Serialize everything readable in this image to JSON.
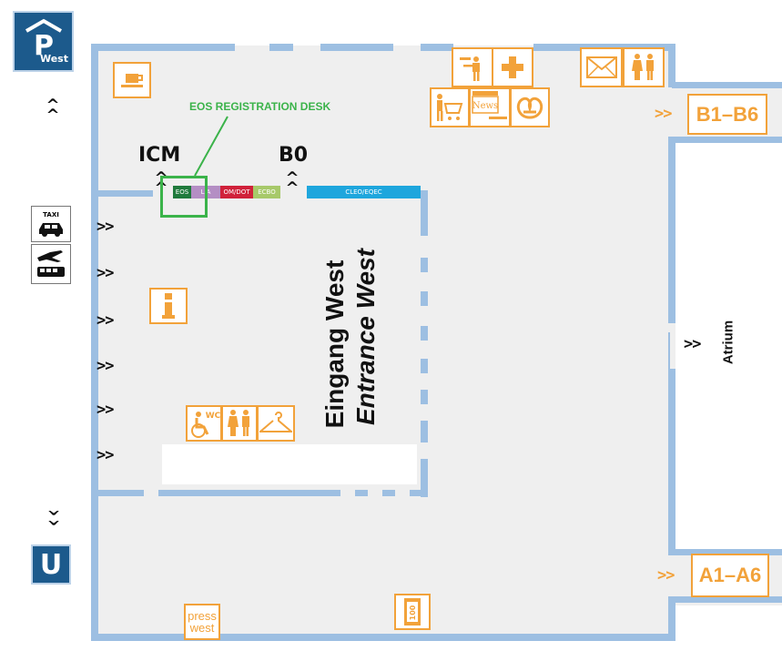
{
  "map": {
    "parking_label": "West",
    "ubahn_label": "U",
    "icm_label": "ICM",
    "b0_label": "B0",
    "annotation": {
      "label": "EOS REGISTRATION DESK",
      "color": "#3bb34a"
    },
    "booths": [
      {
        "label": "EOS",
        "color": "#1f7a3c"
      },
      {
        "label": "LIA",
        "color": "#b48ec4"
      },
      {
        "label": "OM/DOT",
        "color": "#d0213a"
      },
      {
        "label": "ECBO",
        "color": "#a7c96a"
      },
      {
        "label": "CLEO/EQEC",
        "color": "#1ea6dd"
      }
    ],
    "entrance_de": "Eingang West",
    "entrance_en": "Entrance West",
    "atrium_label": "Atrium",
    "gates": [
      {
        "label": "B1–B6",
        "arrow": ">>"
      },
      {
        "label": "A1–A6",
        "arrow": ">>"
      }
    ],
    "taxi_label": "TAXI",
    "news_label": "News",
    "wc_label": "WC",
    "press_label_1": "press",
    "press_label_2": "west",
    "atm_label": "100",
    "entrance_arrows": [
      ">>",
      ">>",
      ">>",
      ">>",
      ">>",
      ">>"
    ],
    "atrium_arrow": ">>",
    "colors": {
      "wall": "#9dbfe2",
      "floor": "#efefef",
      "orange": "#f2a23a",
      "navy": "#1c5a8c"
    },
    "icons": [
      "parking-icon",
      "ubahn-icon",
      "taxi-icon",
      "airport-bus-icon",
      "coffee-icon",
      "info-icon",
      "accessible-wc-icon",
      "restroom-icon",
      "cloakroom-icon",
      "mail-icon",
      "first-aid-icon",
      "shop-icon",
      "newspaper-icon",
      "pretzel-icon",
      "waiter-icon",
      "atm-icon"
    ]
  }
}
